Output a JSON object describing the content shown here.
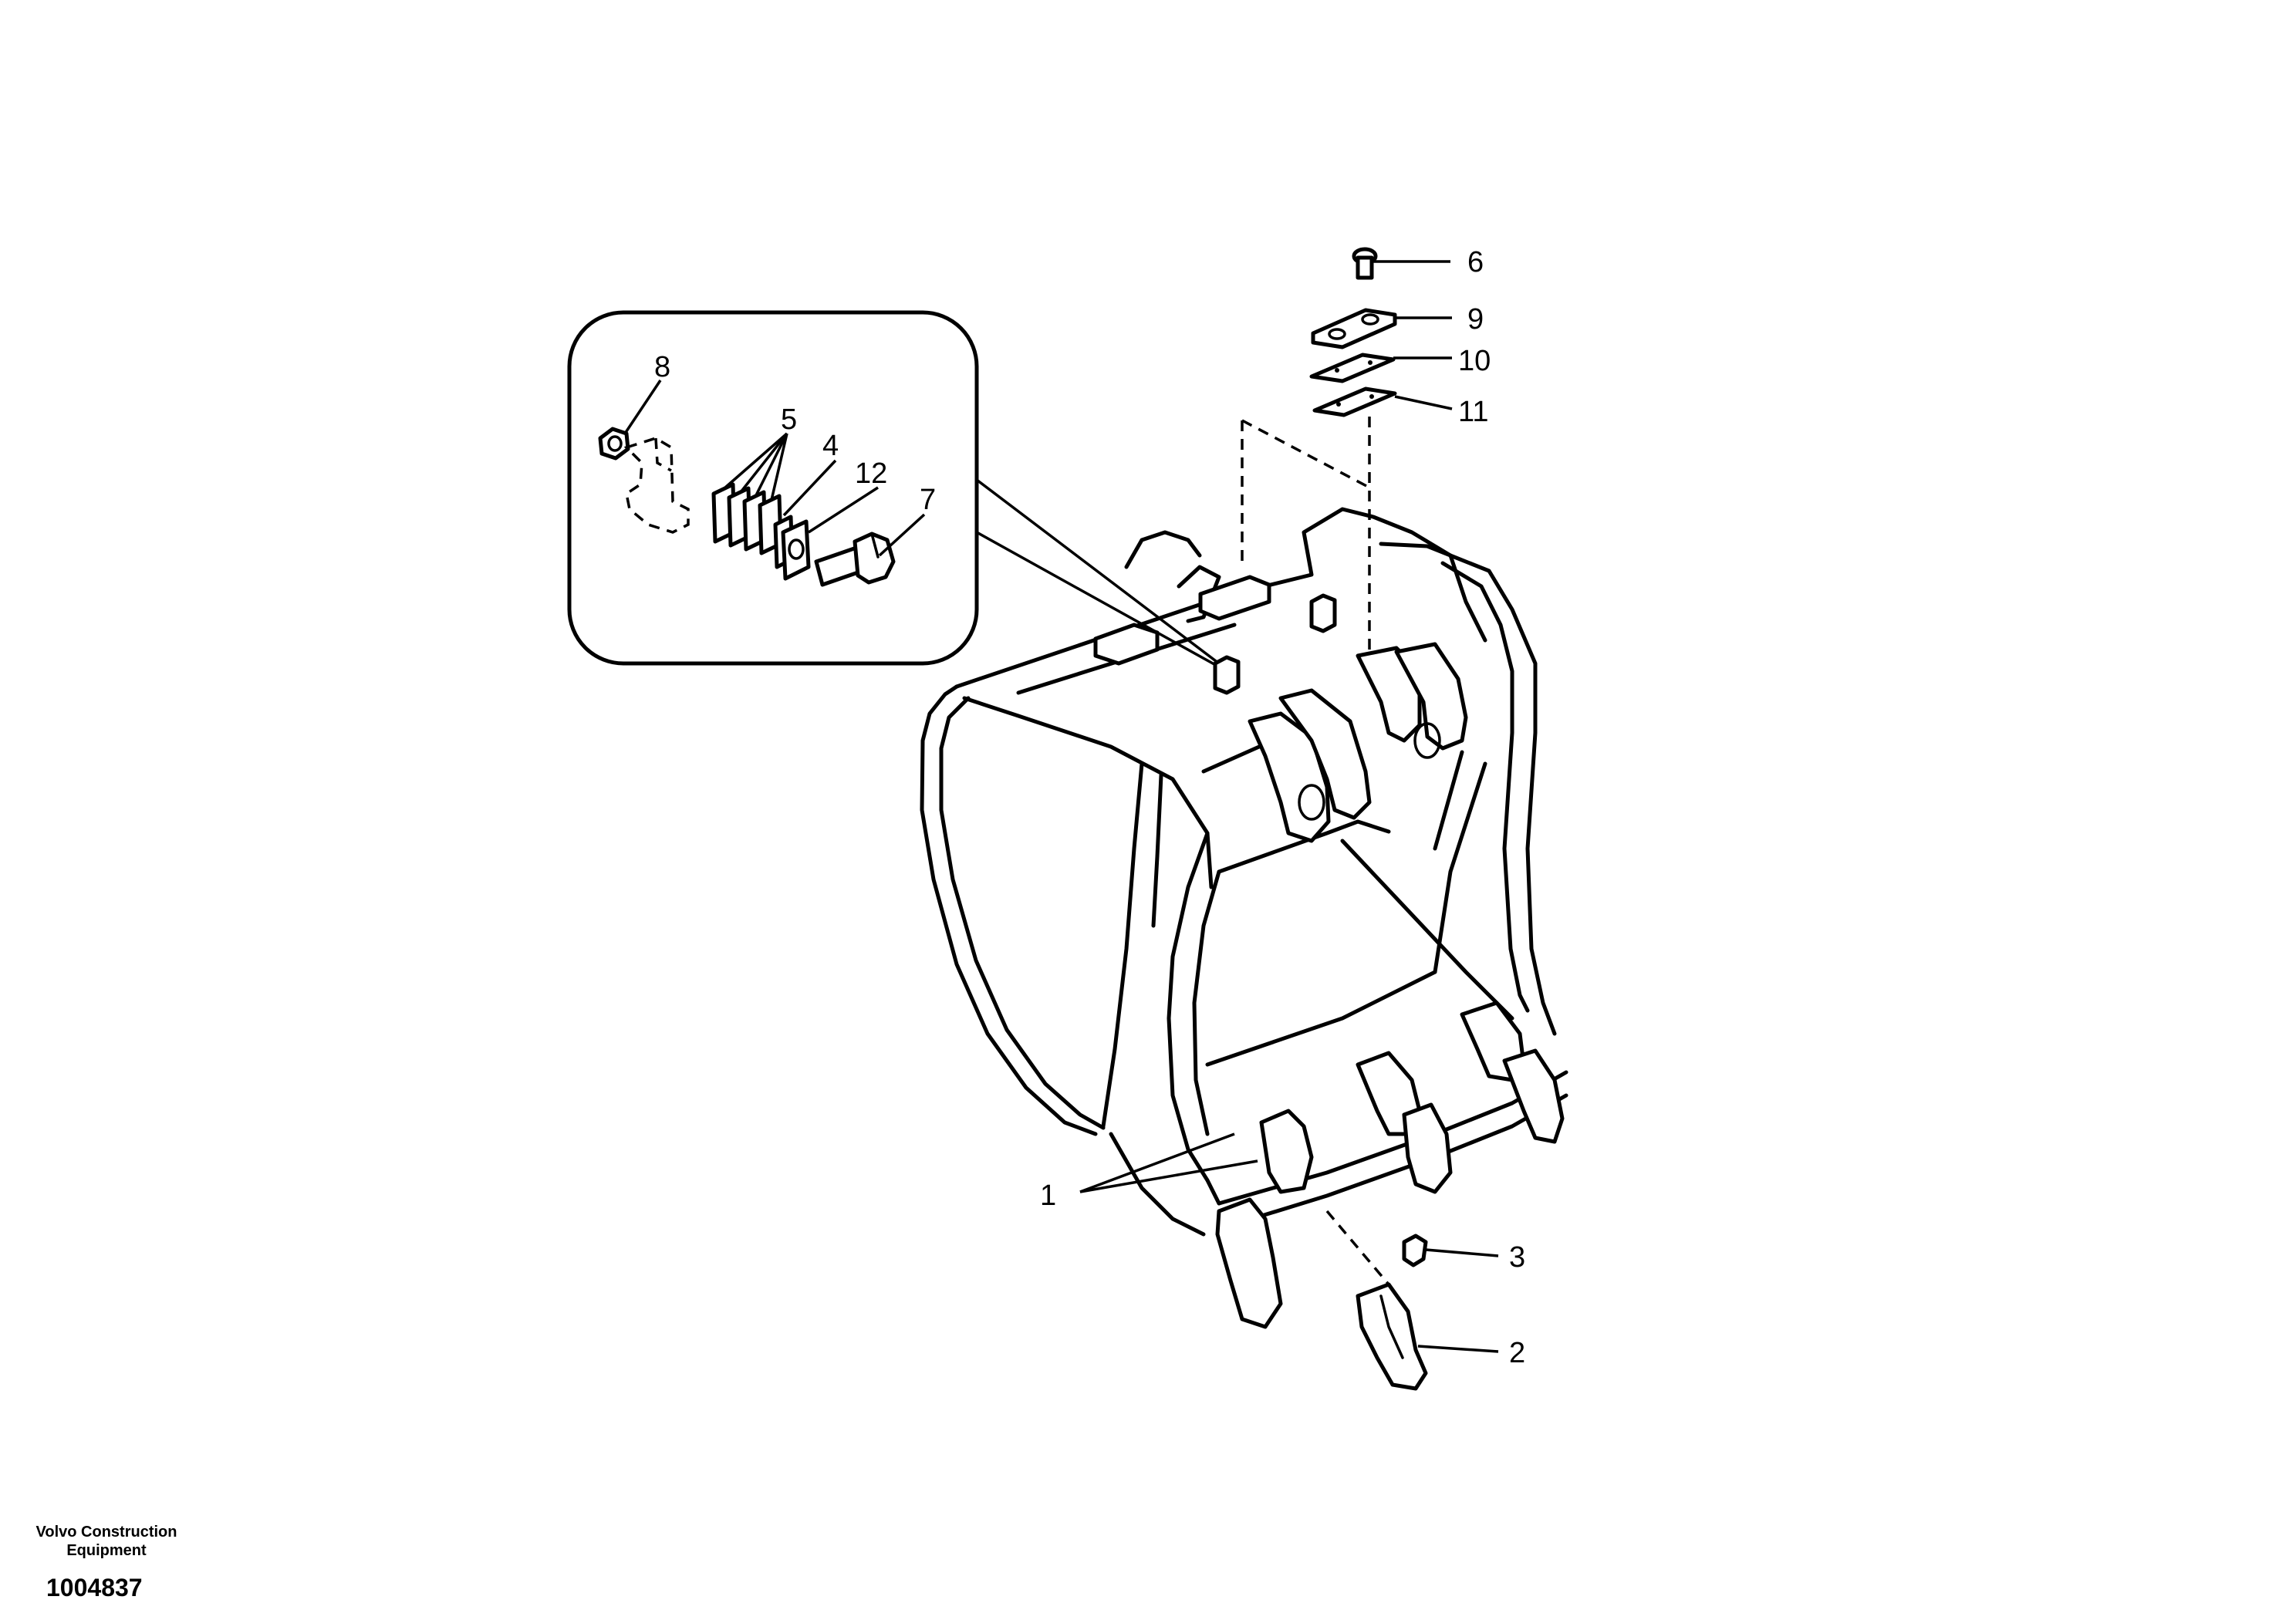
{
  "diagram": {
    "callouts": [
      "1",
      "2",
      "3",
      "4",
      "5",
      "6",
      "7",
      "8",
      "9",
      "10",
      "11",
      "12"
    ]
  },
  "footer": {
    "company_line1": "Volvo Construction",
    "company_line2": "Equipment",
    "drawing_number": "1004837"
  }
}
